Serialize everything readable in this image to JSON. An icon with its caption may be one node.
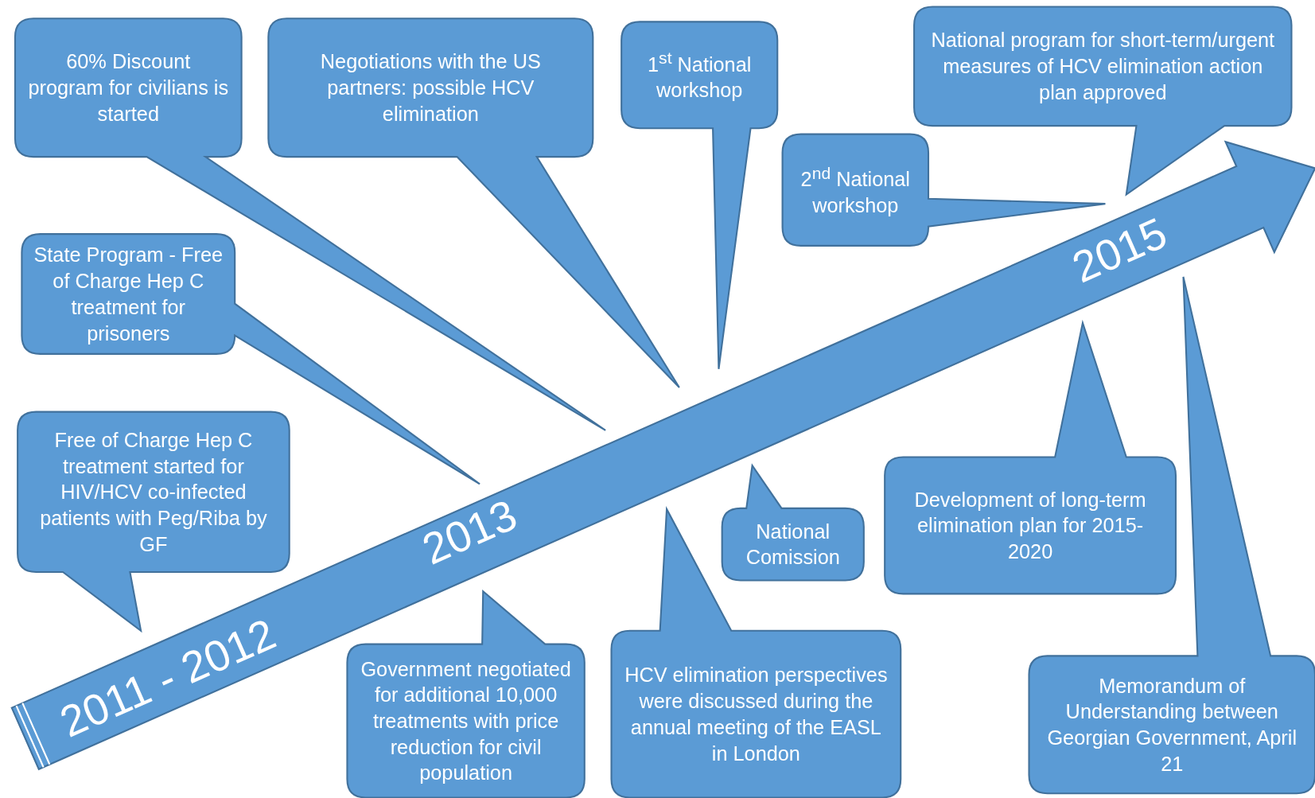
{
  "diagram": {
    "nodes": [
      {
        "text": [
          "60% Discount program for civilians is started"
        ]
      },
      {
        "text": [
          "Negotiations with the US partners: possible HCV elimination"
        ]
      },
      {
        "text": [
          "1$^{st}$ National workshop"
        ]
      },
      {
        "text": [
          "National program for short-term/urgent measures of HCV elimination action plan approved"
        ]
      },
      {
        "text": [
          "2$^{nd}$ National workshop"
        ]
      },
      {
        "text": [
          "State Program - Free of Charge Hep C treatment for prisoners"
        ]
      },
      {
        "text": [
          "Free of Charge Hep C treatment started for HIV/HCV co-infected patients with Peg/Riba by GF"
        ]
      },
      {
        "text": [
          "Government negotiated for additional 10,000 treatments with price reduction for civil population"
        ]
      },
      {
        "text": [
          "HCV elimination perspectives were discussed during the annual meeting of the EASL in London"
        ]
      },
      {
        "text": [
          "National Comission"
        ]
      },
      {
        "text": [
          "Development of long-term elimination plan for 2015-2020"
        ]
      },
      {
        "text": [
          "Memorandum of Understanding between Georgian Government, April 21"
        ]
      },
      {
        "text": [
          "2011 - 2012",
          "2013",
          "2015"
        ]
      }
    ]
  }
}
